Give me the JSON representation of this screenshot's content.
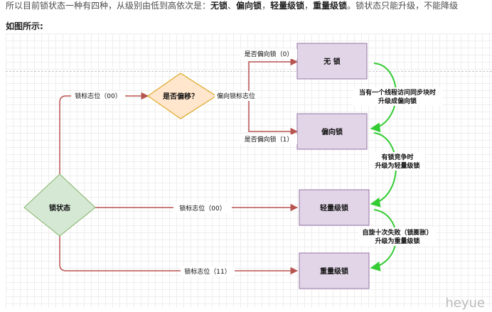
{
  "intro": {
    "prefix": "所以目前锁状态一种有四种，从级别由低到高依次是：",
    "s1": "无锁",
    "sep1": "、",
    "s2": "偏向锁",
    "sep2": "，",
    "s3": "轻量级锁",
    "sep3": "，",
    "s4": "重量级锁",
    "suffix": "。锁状态只能升级，不能降级"
  },
  "heading": "如图所示:",
  "diagram": {
    "nodes": {
      "lock_state": "锁状态",
      "is_biased": "是否偏移？",
      "no_lock": "无 锁",
      "biased_lock": "偏向锁",
      "lightweight_lock": "轻量级锁",
      "heavyweight_lock": "重量级锁"
    },
    "edge_labels": {
      "flag_00_top": "锁标志位（00）",
      "biased_flag": "偏向锁标志位",
      "biased_0": "是否偏向锁（0）",
      "biased_1": "是否偏向锁（1）",
      "flag_00_mid": "锁标志位（00）",
      "flag_11": "锁标志位（11）"
    },
    "upgrade_notes": {
      "note1_line1": "当有一个线程访问同步块时",
      "note1_line2": "升级成偏向锁",
      "note2_line1": "有锁竞争时",
      "note2_line2": "升级为轻量级锁",
      "note3_line1": "自旋十次失败（锁膨胀）",
      "note3_line2": "升级为重量级锁"
    },
    "colors": {
      "process_fill": "#e1d5e7",
      "process_stroke": "#9673a6",
      "decision_orange_fill": "#ffe6cc",
      "decision_orange_stroke": "#d79b00",
      "decision_green_fill": "#d5e8d4",
      "decision_green_stroke": "#82b366",
      "edge_red": "#b85450",
      "upgrade_green": "#33cc33"
    }
  },
  "watermark": "heyue"
}
